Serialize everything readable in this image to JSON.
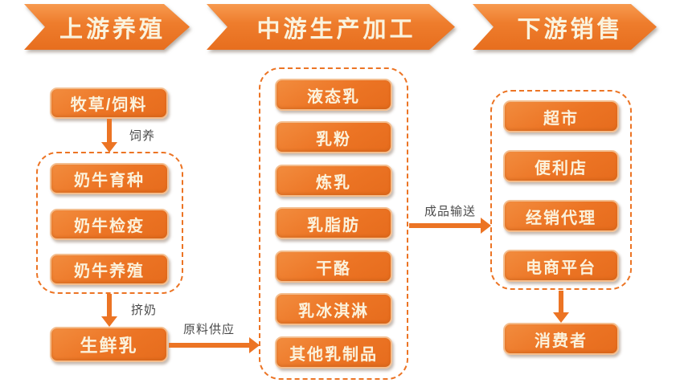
{
  "stages": [
    {
      "label": "上游养殖"
    },
    {
      "label": "中游生产加工"
    },
    {
      "label": "下游销售"
    }
  ],
  "upstream": {
    "feed": "牧草/饲料",
    "feeding_label": "饲养",
    "farming_steps": [
      "奶牛育种",
      "奶牛检疫",
      "奶牛养殖"
    ],
    "milking_label": "挤奶",
    "raw_milk": "生鲜乳",
    "raw_supply_label": "原料供应"
  },
  "midstream": {
    "products": [
      "液态乳",
      "乳粉",
      "炼乳",
      "乳脂肪",
      "干酪",
      "乳冰淇淋",
      "其他乳制品"
    ],
    "finished_delivery_label": "成品输送"
  },
  "downstream": {
    "channels": [
      "超市",
      "便利店",
      "经销代理",
      "电商平台"
    ],
    "consumer": "消费者"
  },
  "colors": {
    "accent_orange": "#EC7424",
    "node_text_cream": "#FBF2DC",
    "label_gray": "#4B4B4B",
    "background": "#FFFFFF"
  }
}
